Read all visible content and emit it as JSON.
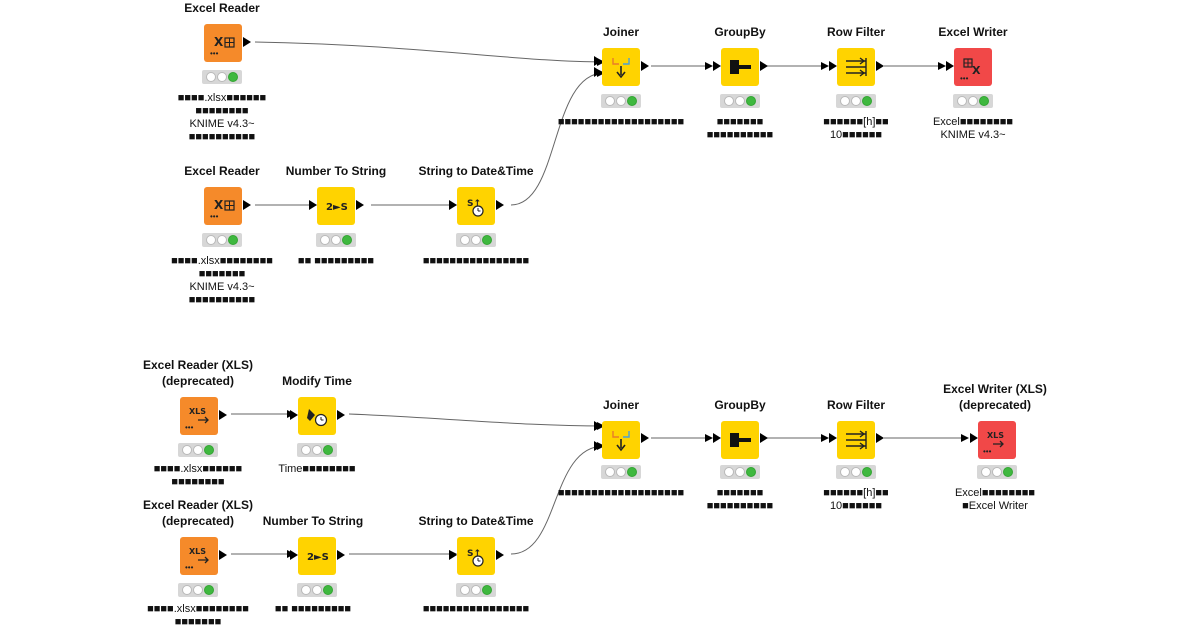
{
  "colors": {
    "reader": "#f58a2a",
    "manipulator": "#ffd300",
    "writer": "#f14848",
    "status_ok": "#3fb83f"
  },
  "workflow_top": {
    "nodes": [
      {
        "id": "t-reader-1",
        "title": "Excel Reader",
        "icon": "excel-reader-icon",
        "kind": "reader",
        "desc": "■■■■.xlsx■■■■■■\n■■■■■■■■\nKNIME v4.3~\n■■■■■■■■■■"
      },
      {
        "id": "t-reader-2",
        "title": "Excel Reader",
        "icon": "excel-reader-icon",
        "kind": "reader",
        "desc": "■■■■.xlsx■■■■■■■■\n■■■■■■■\nKNIME v4.3~\n■■■■■■■■■■"
      },
      {
        "id": "t-num2str",
        "title": "Number To String",
        "icon": "number-to-string-icon",
        "kind": "manipulator",
        "desc": "■■ ■■■■■■■■■"
      },
      {
        "id": "t-str2date",
        "title": "String to Date&Time",
        "icon": "string-to-datetime-icon",
        "kind": "manipulator",
        "desc": "■■■■■■■■■■■■■■■■"
      },
      {
        "id": "t-joiner",
        "title": "Joiner",
        "icon": "joiner-icon",
        "kind": "manipulator",
        "desc": "■■■■■■■■■■■■■■■■■■■"
      },
      {
        "id": "t-groupby",
        "title": "GroupBy",
        "icon": "groupby-icon",
        "kind": "manipulator",
        "desc": "■■■■■■■\n■■■■■■■■■■"
      },
      {
        "id": "t-rowfilter",
        "title": "Row Filter",
        "icon": "row-filter-icon",
        "kind": "manipulator",
        "desc": "■■■■■■[h]■■\n10■■■■■■"
      },
      {
        "id": "t-writer",
        "title": "Excel Writer",
        "icon": "excel-writer-icon",
        "kind": "writer",
        "desc": "Excel■■■■■■■■\nKNIME v4.3~"
      }
    ]
  },
  "workflow_bottom": {
    "nodes": [
      {
        "id": "b-reader-1",
        "title": "Excel Reader (XLS)\n(deprecated)",
        "icon": "excel-reader-xls-icon",
        "kind": "reader",
        "desc": "■■■■.xlsx■■■■■■\n■■■■■■■■"
      },
      {
        "id": "b-modtime",
        "title": "Modify Time",
        "icon": "modify-time-icon",
        "kind": "manipulator",
        "desc": "Time■■■■■■■■"
      },
      {
        "id": "b-reader-2",
        "title": "Excel Reader (XLS)\n(deprecated)",
        "icon": "excel-reader-xls-icon",
        "kind": "reader",
        "desc": "■■■■.xlsx■■■■■■■■\n■■■■■■■"
      },
      {
        "id": "b-num2str",
        "title": "Number To String",
        "icon": "number-to-string-icon",
        "kind": "manipulator",
        "desc": "■■ ■■■■■■■■■"
      },
      {
        "id": "b-str2date",
        "title": "String to Date&Time",
        "icon": "string-to-datetime-icon",
        "kind": "manipulator",
        "desc": "■■■■■■■■■■■■■■■■"
      },
      {
        "id": "b-joiner",
        "title": "Joiner",
        "icon": "joiner-icon",
        "kind": "manipulator",
        "desc": "■■■■■■■■■■■■■■■■■■■"
      },
      {
        "id": "b-groupby",
        "title": "GroupBy",
        "icon": "groupby-icon",
        "kind": "manipulator",
        "desc": "■■■■■■■\n■■■■■■■■■■"
      },
      {
        "id": "b-rowfilter",
        "title": "Row Filter",
        "icon": "row-filter-icon",
        "kind": "manipulator",
        "desc": "■■■■■■[h]■■\n10■■■■■■"
      },
      {
        "id": "b-writer",
        "title": "Excel Writer (XLS)\n(deprecated)",
        "icon": "excel-writer-xls-icon",
        "kind": "writer",
        "desc": "Excel■■■■■■■■\n■Excel Writer"
      }
    ]
  }
}
